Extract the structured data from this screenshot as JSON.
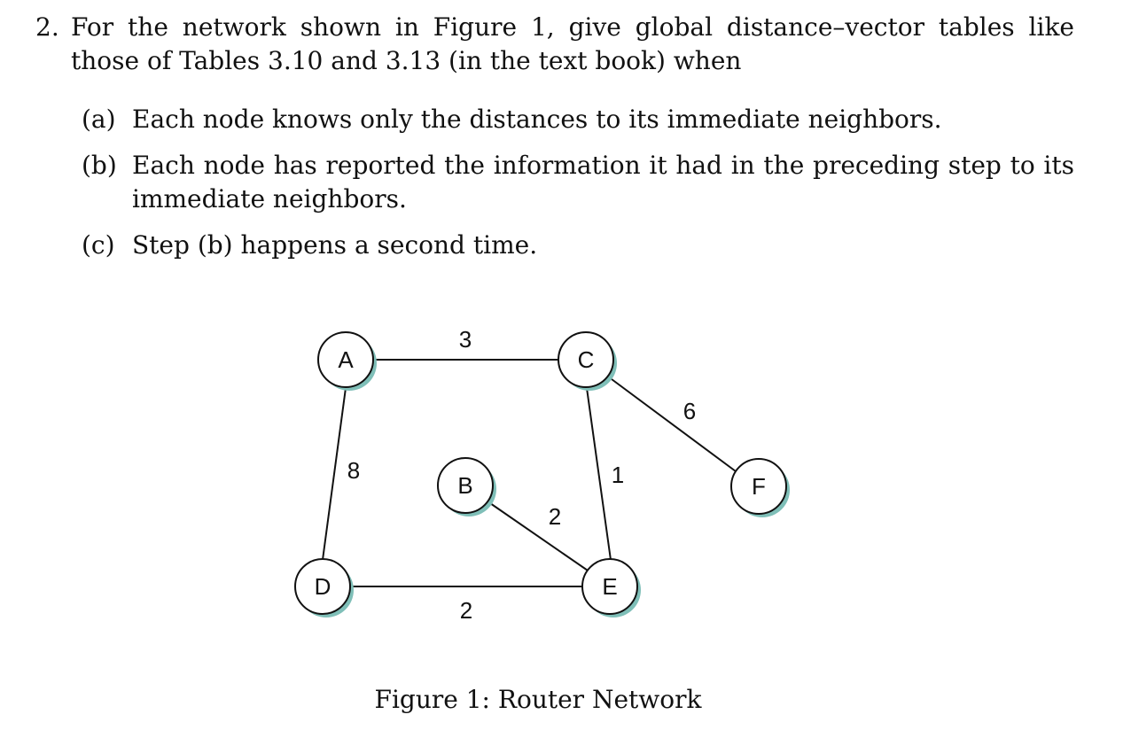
{
  "problem": {
    "number": "2.",
    "text": "For the network shown in Figure 1, give global distance–vector tables like those of Tables 3.10 and 3.13 (in the text book) when"
  },
  "parts": [
    {
      "label": "(a)",
      "text": "Each node knows only the distances to its immediate neighbors."
    },
    {
      "label": "(b)",
      "text": "Each node has reported the information it had in the preceding step to its immediate neighbors."
    },
    {
      "label": "(c)",
      "text": "Step (b) happens a second time."
    }
  ],
  "figure": {
    "nodes": {
      "A": "A",
      "B": "B",
      "C": "C",
      "D": "D",
      "E": "E",
      "F": "F"
    },
    "edges": {
      "A-C": "3",
      "A-D": "8",
      "C-F": "6",
      "C-E": "1",
      "B-E": "2",
      "D-E": "2"
    },
    "caption": "Figure 1: Router Network"
  },
  "colors": {
    "node_shadow": "#7fbfb8",
    "node_stroke": "#111111",
    "edge": "#111111"
  }
}
